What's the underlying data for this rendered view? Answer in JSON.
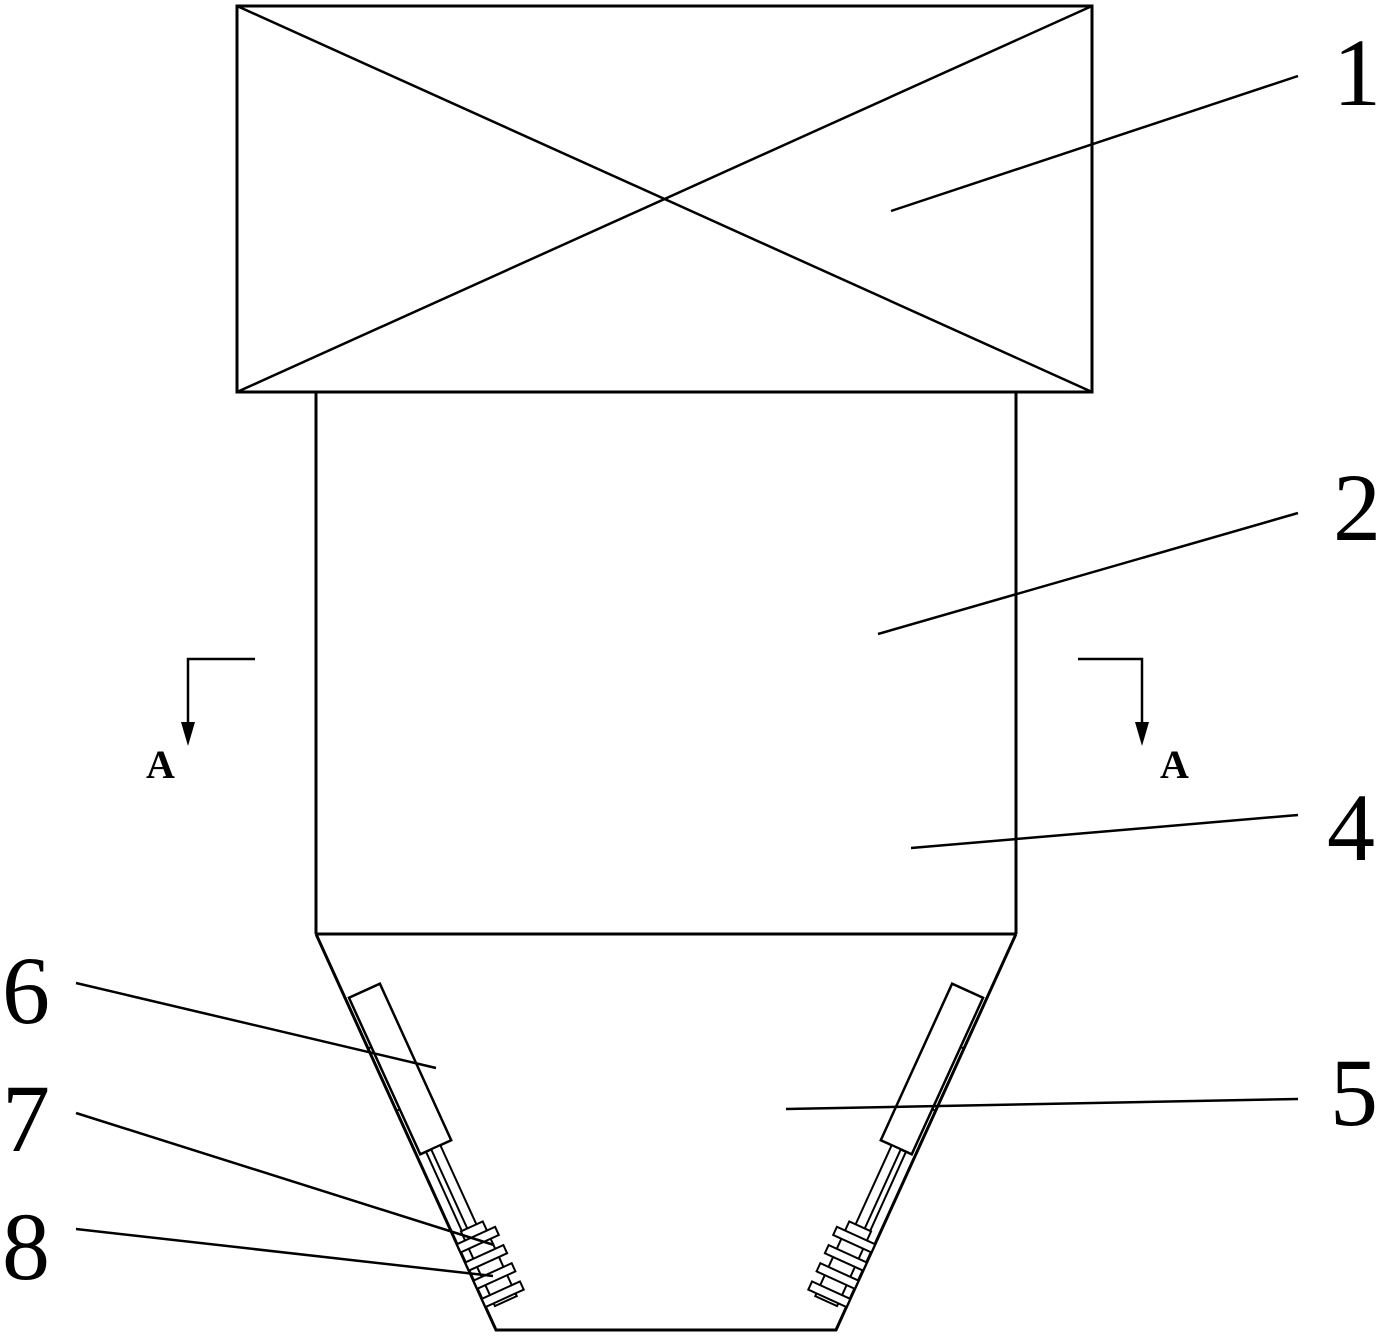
{
  "labels": {
    "part_1": "1",
    "part_2": "2",
    "part_4": "4",
    "part_5": "5",
    "part_6": "6",
    "part_7": "7",
    "part_8": "8"
  },
  "section_marks": {
    "left": "A",
    "right": "A"
  },
  "colors": {
    "line": "#000000",
    "background": "#ffffff"
  }
}
